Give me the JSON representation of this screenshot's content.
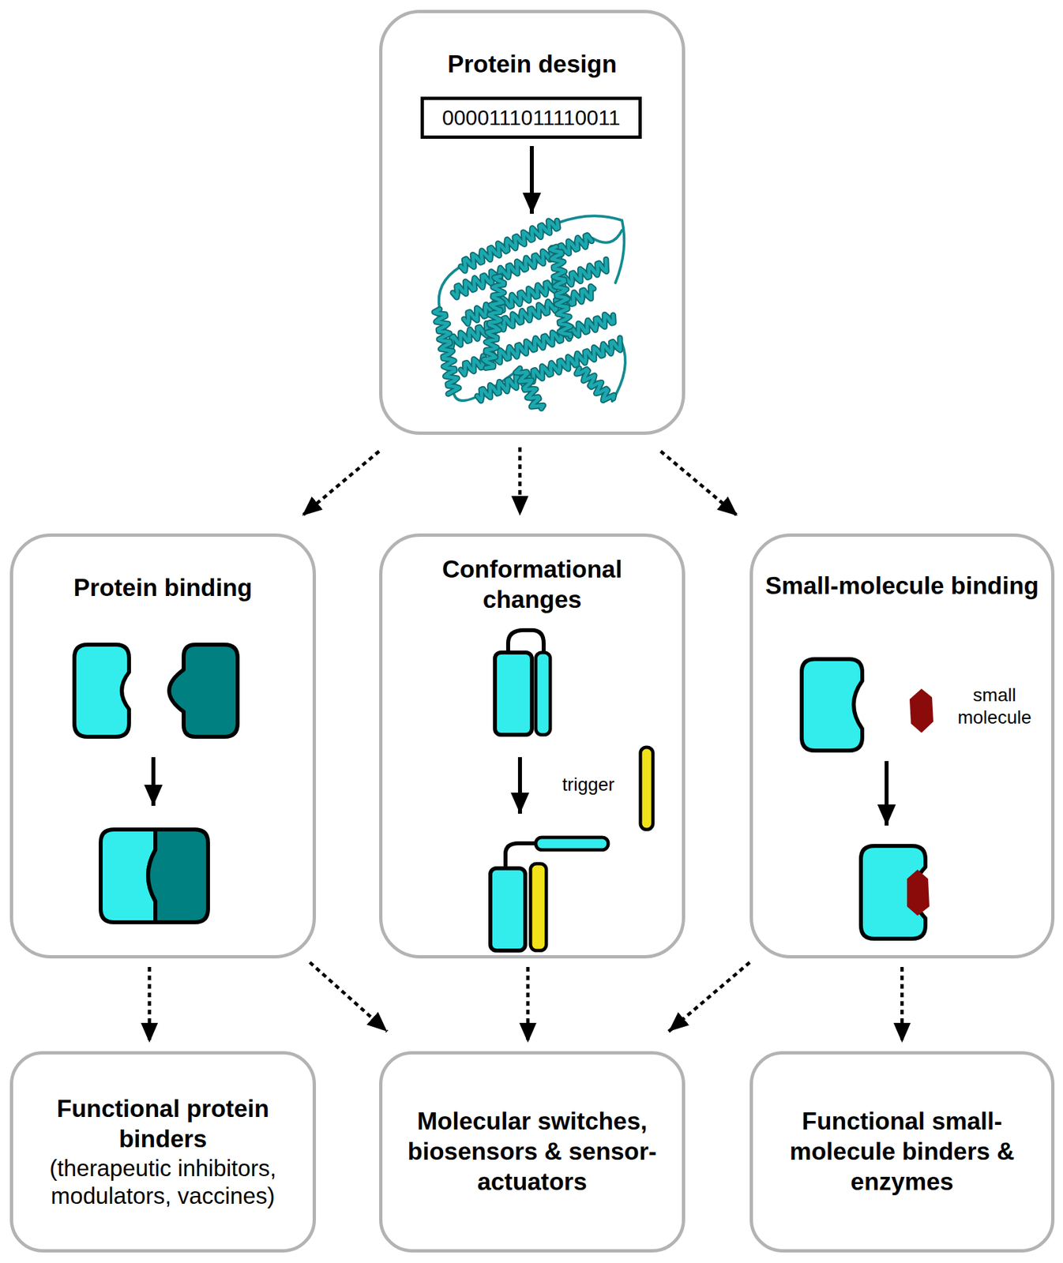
{
  "diagram": {
    "nodes": [
      {
        "text": [
          "Protein design"
        ]
      },
      {
        "text": [
          "0000111011110011"
        ],
        "in": 0
      },
      {
        "text": [
          "Protein binding"
        ]
      },
      {
        "text": [
          "Conformational changes"
        ]
      },
      {
        "text": [
          "Small-molecule binding"
        ]
      },
      {
        "text": [
          "Functional protein binders",
          "(therapeutic inhibitors, modulators, vaccines)"
        ]
      },
      {
        "text": [
          "Molecular switches, biosensors & sensor-actuators"
        ]
      },
      {
        "text": [
          "Functional small-molecule binders & enzymes"
        ]
      }
    ],
    "edges": [
      {
        "from": 0,
        "to": 2,
        "arrow": "to"
      },
      {
        "from": 0,
        "to": 3,
        "arrow": "to"
      },
      {
        "from": 0,
        "to": 4,
        "arrow": "to"
      },
      {
        "from": 2,
        "to": 5,
        "arrow": "to"
      },
      {
        "from": 2,
        "to": 6,
        "arrow": "to"
      },
      {
        "from": 3,
        "to": 6,
        "arrow": "to"
      },
      {
        "from": 4,
        "to": 6,
        "arrow": "to"
      },
      {
        "from": 4,
        "to": 7,
        "arrow": "to"
      }
    ],
    "labels": [
      "trigger",
      "small molecule"
    ]
  }
}
